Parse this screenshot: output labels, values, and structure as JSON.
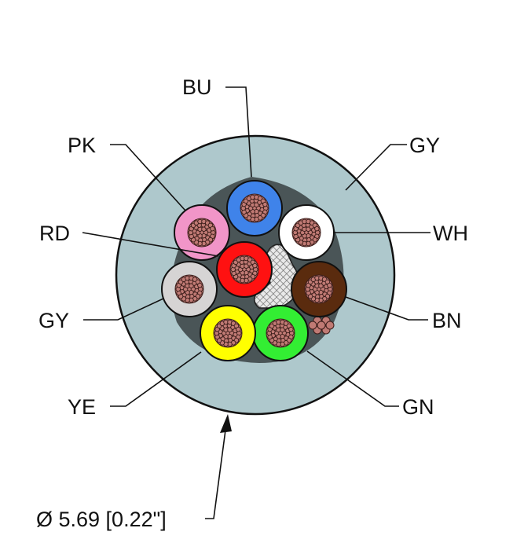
{
  "colors": {
    "jacket": "#aec8cc",
    "core_copper": "#c07a74",
    "strand_edge": "#3a1d1a",
    "shield": "#6f6f6f",
    "filler": "#4a5557",
    "outline": "#111111"
  },
  "labels": {
    "bu": "BU",
    "pk": "PK",
    "rd": "RD",
    "gy_left": "GY",
    "ye": "YE",
    "gy_right": "GY",
    "wh": "WH",
    "bn": "BN",
    "gn": "GN",
    "diameter": "Ø 5.69 [0.22\"]"
  },
  "conductors": [
    {
      "id": "bu",
      "color": "#3f83ea"
    },
    {
      "id": "wh",
      "color": "#ffffff"
    },
    {
      "id": "bn",
      "color": "#5a2b0e"
    },
    {
      "id": "gn",
      "color": "#33ee33"
    },
    {
      "id": "ye",
      "color": "#ffff00"
    },
    {
      "id": "gy",
      "color": "#d6d4d4"
    },
    {
      "id": "pk",
      "color": "#f195c8"
    },
    {
      "id": "rd",
      "color": "#ff1111"
    }
  ]
}
